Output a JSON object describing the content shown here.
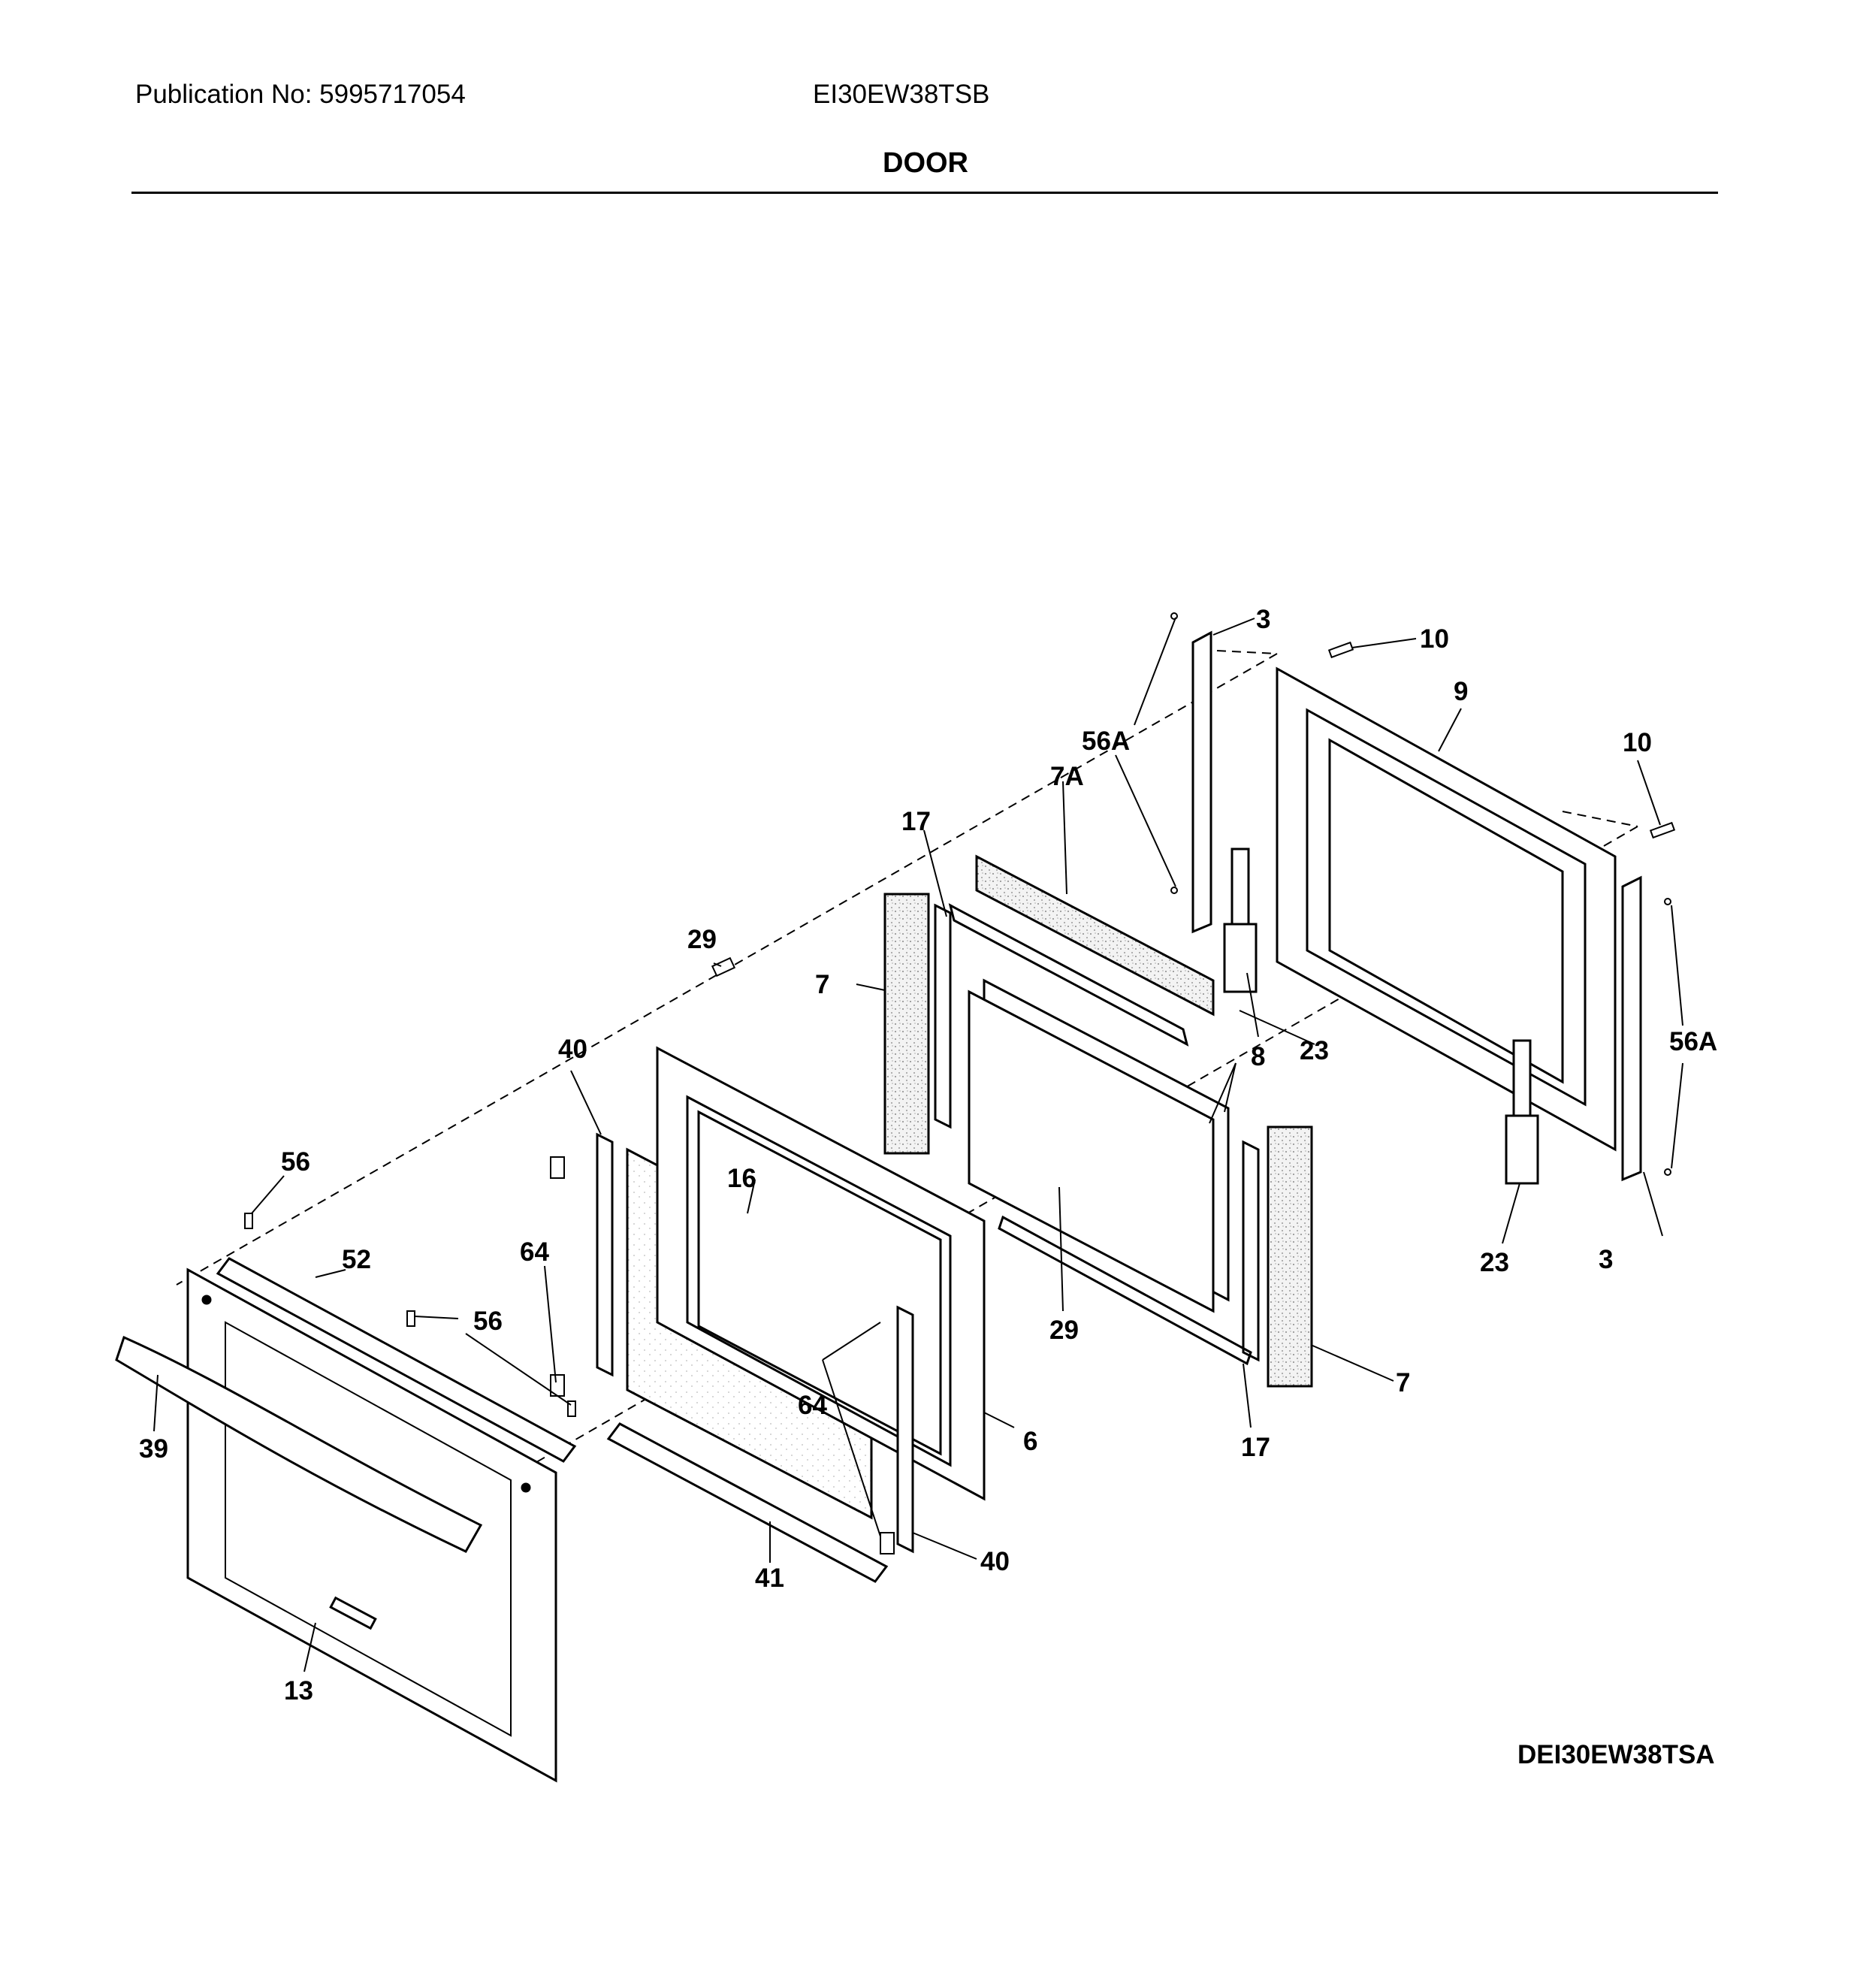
{
  "header": {
    "publication": "Publication No: 5995717054",
    "model": "EI30EW38TSB",
    "title": "DOOR"
  },
  "footer": {
    "diagram_code": "DEI30EW38TSA"
  },
  "callouts": {
    "c3a": "3",
    "c3b": "3",
    "c10a": "10",
    "c10b": "10",
    "c9": "9",
    "c56Aa": "56A",
    "c56Ab": "56A",
    "c7A": "7A",
    "c17a": "17",
    "c17b": "17",
    "c29a": "29",
    "c29b": "29",
    "c7a": "7",
    "c7b": "7",
    "c23a": "23",
    "c23b": "23",
    "c8": "8",
    "c40a": "40",
    "c40b": "40",
    "c56a": "56",
    "c56b": "56",
    "c16": "16",
    "c64a": "64",
    "c64b": "64",
    "c52": "52",
    "c39": "39",
    "c6": "6",
    "c41": "41",
    "c13": "13"
  }
}
